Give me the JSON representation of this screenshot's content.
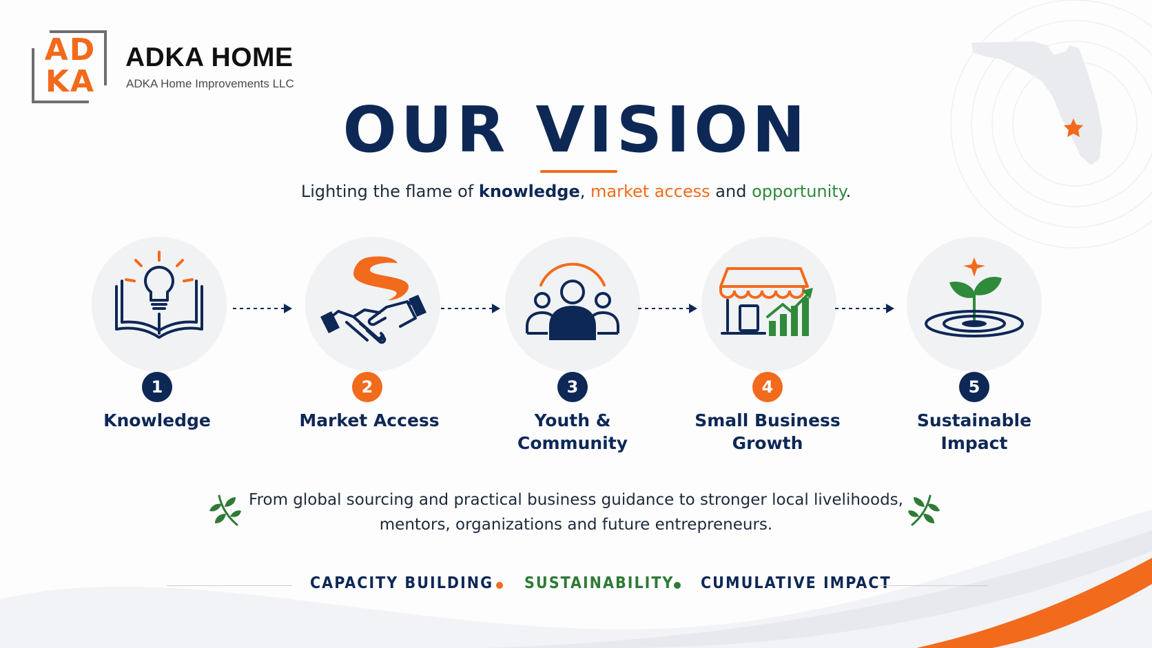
{
  "logo": {
    "line1": "AD",
    "line2": "KA",
    "name": "ADKA HOME",
    "subtitle": "ADKA Home Improvements LLC"
  },
  "title": "OUR VISION",
  "tagline": {
    "prefix": "Lighting the flame of ",
    "knowledge": "knowledge",
    "sep1": ", ",
    "market": "market access",
    "sep2": " and ",
    "opportunity": "opportunity",
    "suffix": "."
  },
  "steps": [
    {
      "number": "1",
      "label_line1": "Knowledge",
      "label_line2": "",
      "icon": "lightbulb-book-icon",
      "badge_color": "#0e2856"
    },
    {
      "number": "2",
      "label_line1": "Market Access",
      "label_line2": "",
      "icon": "handshake-icon",
      "badge_color": "#f26a1b"
    },
    {
      "number": "3",
      "label_line1": "Youth &",
      "label_line2": "Community",
      "icon": "community-icon",
      "badge_color": "#0e2856"
    },
    {
      "number": "4",
      "label_line1": "Small Business",
      "label_line2": "Growth",
      "icon": "storefront-growth-icon",
      "badge_color": "#f26a1b"
    },
    {
      "number": "5",
      "label_line1": "Sustainable",
      "label_line2": "Impact",
      "icon": "sprout-icon",
      "badge_color": "#0e2856"
    }
  ],
  "description": {
    "line1": "From global sourcing and practical business guidance to stronger local livelihoods,",
    "line2": "mentors, organizations and future entrepreneurs."
  },
  "pillars": [
    {
      "label": "CAPACITY BUILDING",
      "color": "#0e2856"
    },
    {
      "label": "SUSTAINABILITY",
      "color": "#2f7a36"
    },
    {
      "label": "CUMULATIVE IMPACT",
      "color": "#0e2856"
    }
  ],
  "colors": {
    "navy": "#0e2856",
    "orange": "#f26a1b",
    "green": "#2f8a3a"
  }
}
